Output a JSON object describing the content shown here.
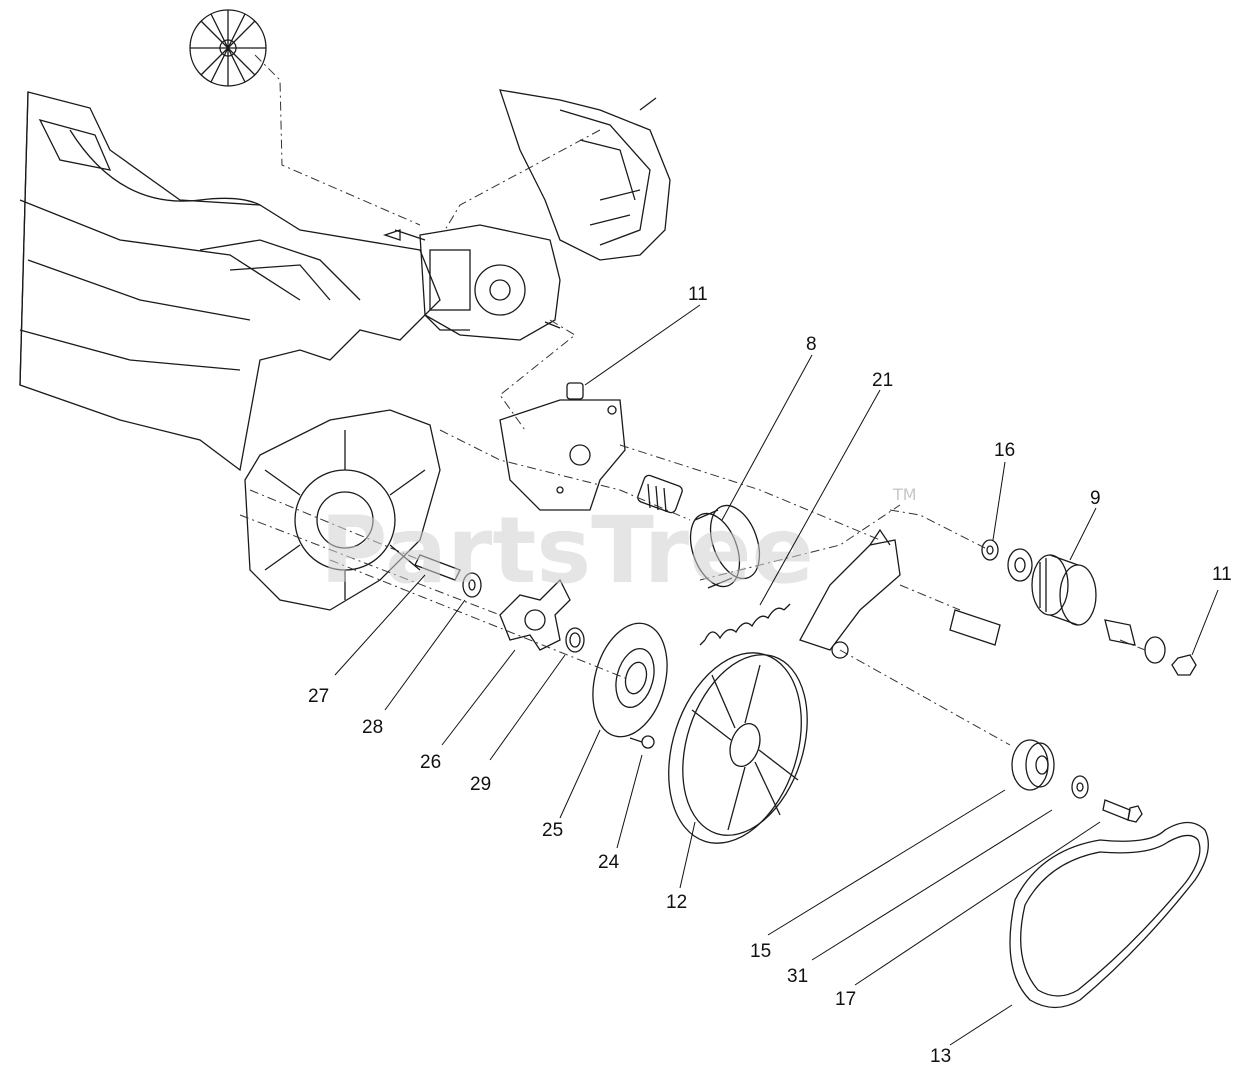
{
  "watermark": {
    "text": "PartsTree",
    "trademark": "TM"
  },
  "callouts": [
    {
      "id": "c11a",
      "label": "11"
    },
    {
      "id": "c8",
      "label": "8"
    },
    {
      "id": "c21",
      "label": "21"
    },
    {
      "id": "c16",
      "label": "16"
    },
    {
      "id": "c9",
      "label": "9"
    },
    {
      "id": "c11b",
      "label": "11"
    },
    {
      "id": "c27",
      "label": "27"
    },
    {
      "id": "c28",
      "label": "28"
    },
    {
      "id": "c26",
      "label": "26"
    },
    {
      "id": "c29",
      "label": "29"
    },
    {
      "id": "c25",
      "label": "25"
    },
    {
      "id": "c24",
      "label": "24"
    },
    {
      "id": "c12",
      "label": "12"
    },
    {
      "id": "c15",
      "label": "15"
    },
    {
      "id": "c31",
      "label": "31"
    },
    {
      "id": "c17",
      "label": "17"
    },
    {
      "id": "c13",
      "label": "13"
    }
  ]
}
